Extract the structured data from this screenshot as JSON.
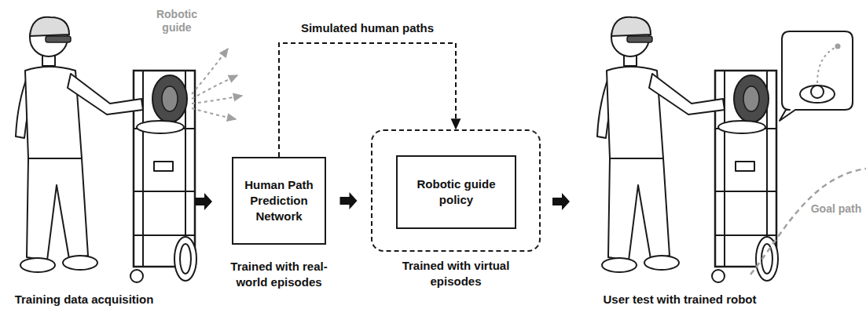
{
  "diagram": {
    "nodes": [
      {
        "text": [
          "Human Path Prediction Network"
        ]
      },
      {
        "text": [
          "Trained with virtual episodes"
        ]
      },
      {
        "text": [
          "Robotic guide policy"
        ],
        "in": 1
      }
    ],
    "edges": [
      {
        "from": 0,
        "to": 1,
        "label": "Simulated human paths",
        "arrow": "to"
      },
      {
        "from": 0,
        "to": 1,
        "arrow": "to"
      }
    ],
    "labels": [
      "Robotic guide",
      "Training data acquisition",
      "Trained with real-world episodes",
      "User test with trained robot",
      "Goal path"
    ]
  }
}
